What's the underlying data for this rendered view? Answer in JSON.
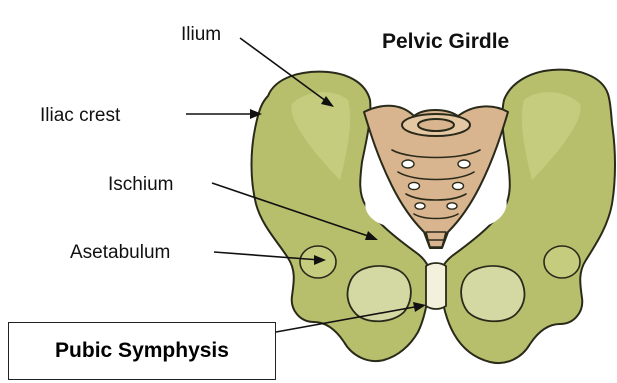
{
  "title": "Pelvic Girdle",
  "labels": {
    "ilium": "Ilium",
    "iliac_crest": "Iliac crest",
    "ischium": "Ischium",
    "asetabulum": "Asetabulum",
    "pubic_symphysis": "Pubic Symphysis"
  },
  "colors": {
    "bone": "#b8bf6c",
    "bone_highlight": "#cfd58f",
    "sacrum": "#d8b58f",
    "outline": "#2a2a1a",
    "background": "#ffffff"
  }
}
